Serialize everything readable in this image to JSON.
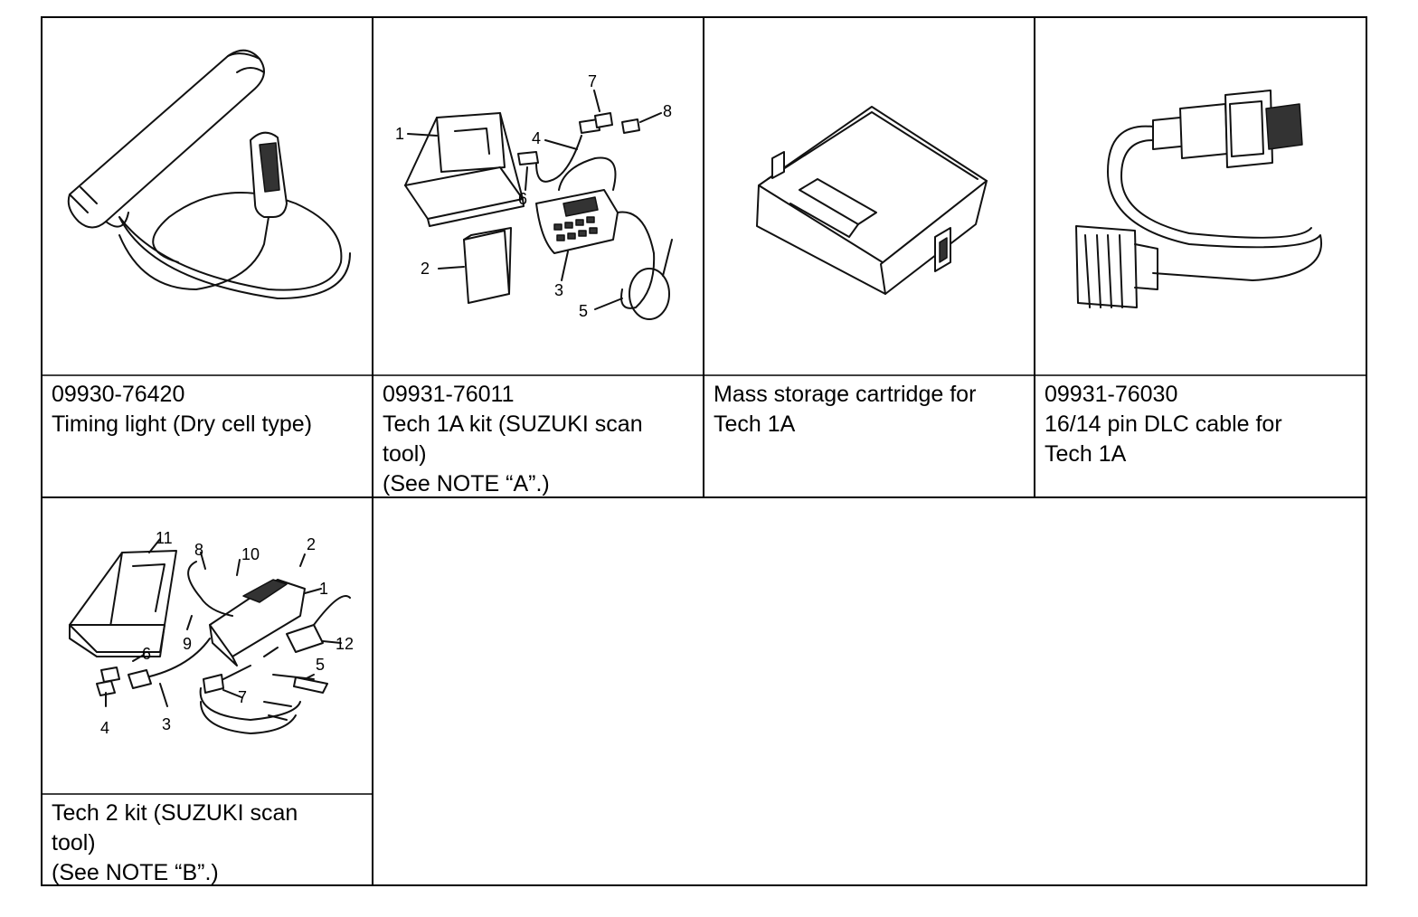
{
  "tools": [
    {
      "part_number": "09930-76420",
      "lines": [
        "Timing light (Dry cell type)"
      ]
    },
    {
      "part_number": "09931-76011",
      "lines": [
        "Tech 1A kit (SUZUKI scan",
        "tool)",
        "(See NOTE “A”.)"
      ],
      "callouts": [
        "1",
        "2",
        "3",
        "4",
        "5",
        "6",
        "7",
        "8"
      ]
    },
    {
      "part_number": "",
      "lines": [
        "Mass storage cartridge for",
        "Tech 1A"
      ]
    },
    {
      "part_number": "09931-76030",
      "lines": [
        "16/14 pin DLC cable for",
        "Tech 1A"
      ]
    },
    {
      "part_number": "",
      "lines": [
        "Tech 2 kit (SUZUKI scan",
        "tool)",
        "(See NOTE “B”.)"
      ],
      "callouts": [
        "1",
        "2",
        "3",
        "4",
        "5",
        "6",
        "7",
        "8",
        "9",
        "10",
        "11",
        "12"
      ]
    }
  ]
}
